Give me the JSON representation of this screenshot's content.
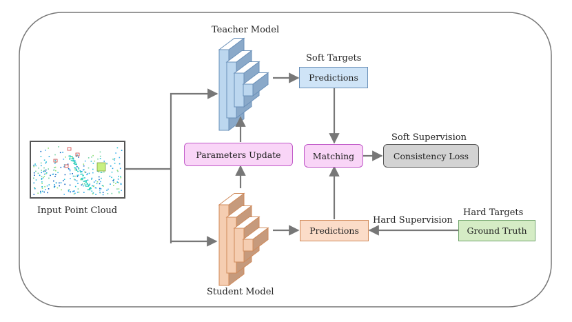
{
  "labels": {
    "teacher_model": "Teacher Model",
    "student_model": "Student Model",
    "input_point_cloud": "Input Point Cloud",
    "soft_targets": "Soft Targets",
    "soft_supervision": "Soft Supervision",
    "hard_supervision": "Hard Supervision",
    "hard_targets": "Hard Targets"
  },
  "boxes": {
    "teacher_predictions": "Predictions",
    "student_predictions": "Predictions",
    "parameters_update": "Parameters Update",
    "matching": "Matching",
    "consistency_loss": "Consistency Loss",
    "ground_truth": "Ground Truth"
  },
  "colors": {
    "teacher": "#bcd7ef",
    "teacher_edge": "#6a90b8",
    "student": "#f5cdb1",
    "student_edge": "#d08a5a",
    "predictions_blue": "#cfe4f7",
    "predictions_orange": "#fbdcc8",
    "pink": "#f9d5f7",
    "pink_edge": "#c058c8",
    "grey": "#d3d3d3",
    "green": "#d5ecc5",
    "green_edge": "#6fa36a",
    "arrow": "#777777",
    "frame": "#777777"
  }
}
